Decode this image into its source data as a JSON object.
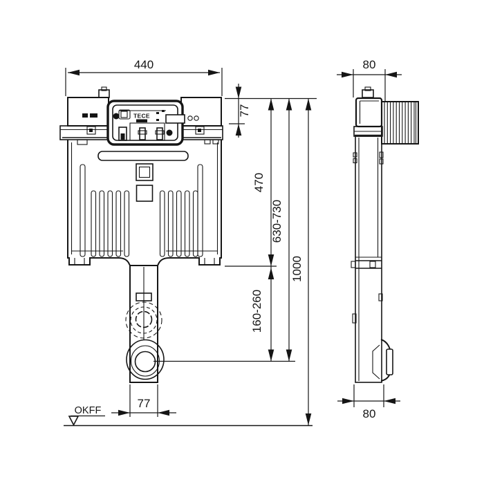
{
  "drawing": {
    "brand_label": "TECE",
    "floor_reference_label": "OKFF",
    "dimensions": {
      "front_width": "440",
      "service_box_height": "77",
      "cistern_height": "470",
      "top_to_outlet_center": "630-730",
      "total_height": "1000",
      "floor_to_outlet_center": "160-260",
      "flush_bend_width": "77",
      "side_depth_top": "80",
      "side_depth_bottom": "80"
    },
    "colors": {
      "line": "#151515",
      "background": "#ffffff"
    }
  }
}
